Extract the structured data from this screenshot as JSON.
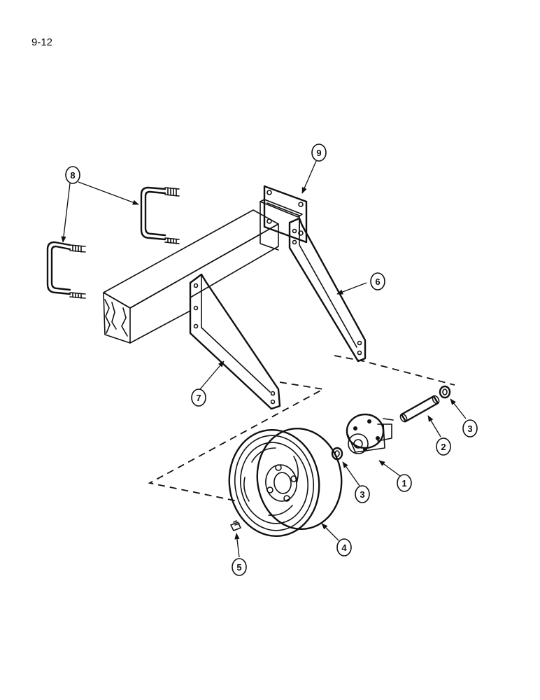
{
  "page": {
    "number": "9-12"
  },
  "callouts": {
    "c1": "1",
    "c2": "2",
    "c3a": "3",
    "c3b": "3",
    "c4": "4",
    "c5": "5",
    "c6": "6",
    "c7": "7",
    "c8": "8",
    "c9": "9"
  }
}
